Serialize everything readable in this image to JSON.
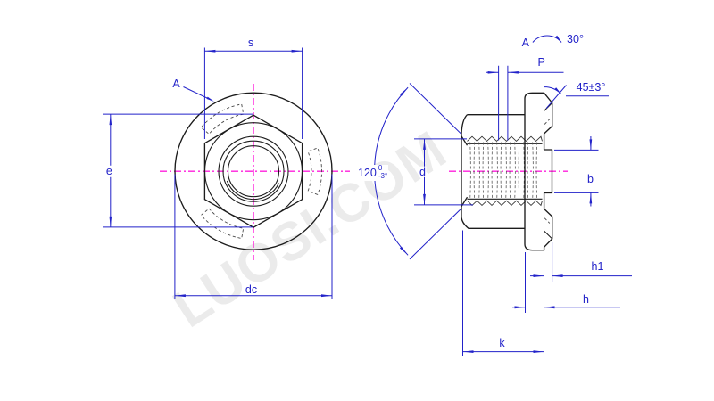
{
  "watermark": {
    "text": "LUOSI.COM"
  },
  "colors": {
    "background": "#ffffff",
    "outline": "#1c1c1c",
    "dimension": "#2222c9",
    "centerline": "#ff1fdc",
    "hidden": "#4a4a4a",
    "watermark": "#ebebeb"
  },
  "front_view": {
    "labels": {
      "s": "s",
      "detail_a": "A",
      "e": "e",
      "dc": "dc"
    }
  },
  "side_view": {
    "labels": {
      "detail_a": "A",
      "angle_30": "30°",
      "p": "P",
      "chamfer_angle": "45±3°",
      "cone_angle": "120",
      "cone_tol_upper": "0",
      "cone_tol_lower": "-3°",
      "d": "d",
      "b": "b",
      "h1": "h1",
      "h": "h",
      "k": "k"
    }
  }
}
